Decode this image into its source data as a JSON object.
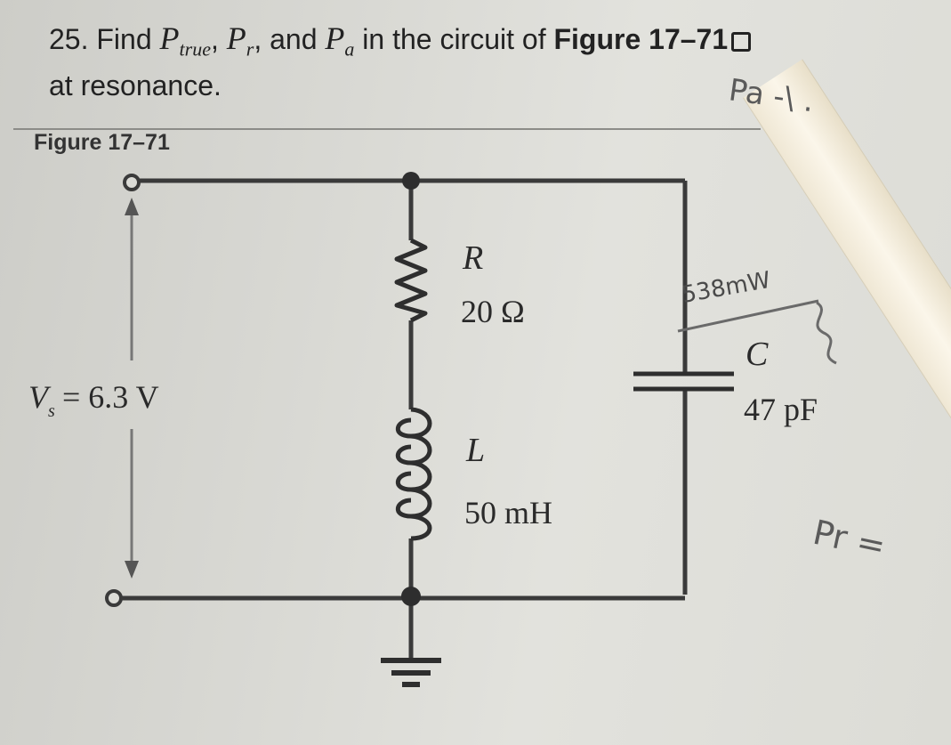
{
  "question": {
    "number": "25.",
    "text_find": "Find",
    "p_true_var": "P",
    "p_true_sub": "true",
    "sep1": ",",
    "p_r_var": "P",
    "p_r_sub": "r",
    "sep2": ", and",
    "p_a_var": "P",
    "p_a_sub": "a",
    "text_in": "in the circuit of",
    "figure_ref": "Figure 17–71",
    "line2": "at resonance."
  },
  "figure": {
    "label": "Figure 17–71"
  },
  "circuit": {
    "source_label": "V",
    "source_sub": "s",
    "source_value": "= 6.3 V",
    "resistor_symbol": "R",
    "resistor_value": "20 Ω",
    "inductor_symbol": "L",
    "inductor_value": "50 mH",
    "capacitor_symbol": "C",
    "capacitor_value": "47 pF"
  },
  "handwriting": {
    "note_pa": "Pa -\\ .",
    "note_538": "538mW",
    "note_pr": "Pr ="
  },
  "icons": [
    "document-icon",
    "ground-icon",
    "arrow-up-icon",
    "arrow-down-icon"
  ]
}
